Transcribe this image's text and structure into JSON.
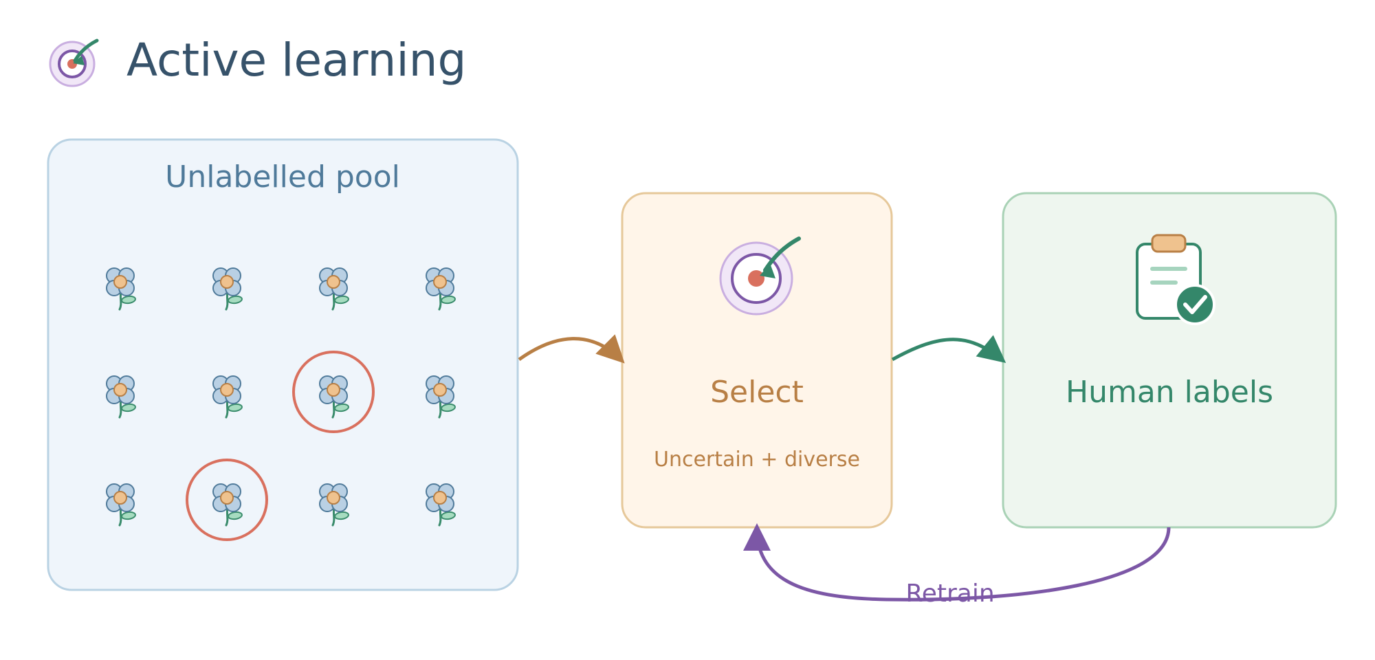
{
  "title": "Active learning",
  "pool": {
    "label": "Unlabelled pool",
    "rows": 3,
    "cols": 4,
    "highlighted": [
      [
        1,
        2
      ],
      [
        2,
        1
      ]
    ]
  },
  "select": {
    "label": "Select",
    "sublabel": "Uncertain + diverse"
  },
  "human": {
    "label": "Human labels"
  },
  "edges": {
    "retrain_label": "Retrain"
  },
  "colors": {
    "title": "#36526a",
    "pool_fill": "#eff5fb",
    "pool_stroke": "#b9d2e3",
    "pool_text": "#4f7a9a",
    "select_fill": "#fff5e9",
    "select_stroke": "#e6c89a",
    "select_text": "#b87f45",
    "human_fill": "#eef6ef",
    "human_stroke": "#a9d2b6",
    "human_text": "#34876a",
    "arrow_orange": "#b87f45",
    "arrow_green": "#34876a",
    "arrow_purple": "#7c57a6",
    "highlight_ring": "#d9705e",
    "petal": "#b9d0e4",
    "petal_stroke": "#4f7a9a",
    "flower_center": "#efc28e",
    "stem": "#3a8c6c",
    "leaf": "#a6dcc0"
  },
  "icons": {
    "title_icon": "target-arrow-icon",
    "select_icon": "target-arrow-icon",
    "human_icon": "clipboard-check-icon",
    "pool_item_icon": "flower-icon"
  }
}
